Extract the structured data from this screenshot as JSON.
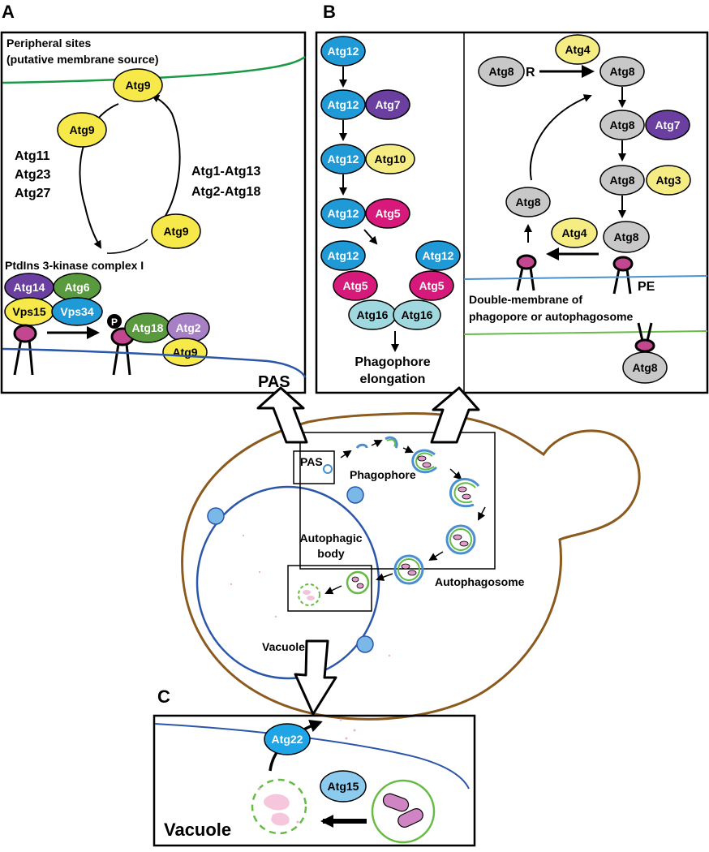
{
  "panels": {
    "A": {
      "letter": "A",
      "peripheral_sites_line1": "Peripheral sites",
      "peripheral_sites_line2": "(putative membrane source)",
      "left_factors": [
        "Atg11",
        "Atg23",
        "Atg27"
      ],
      "right_factors": [
        "Atg1-Atg13",
        "Atg2-Atg18"
      ],
      "kinase_complex": "PtdIns 3-kinase complex I",
      "pas_label": "PAS",
      "phosphate_label": "P",
      "nodes": {
        "atg9_top": "Atg9",
        "atg9_left": "Atg9",
        "atg9_right": "Atg9",
        "atg14": "Atg14",
        "atg6": "Atg6",
        "vps15": "Vps15",
        "vps34": "Vps34",
        "atg18": "Atg18",
        "atg2": "Atg2",
        "atg9_bottom": "Atg9"
      }
    },
    "B": {
      "letter": "B",
      "left_chain": [
        "Atg12",
        "Atg12",
        "Atg7",
        "Atg12",
        "Atg10",
        "Atg12",
        "Atg5",
        "Atg12",
        "Atg5",
        "Atg16",
        "Atg16",
        "Atg5",
        "Atg12"
      ],
      "phagophore_line1": "Phagophore",
      "phagophore_line2": "elongation",
      "atg8_r": "Atg8",
      "r_label": "R",
      "atg4_top": "Atg4",
      "atg8_1": "Atg8",
      "atg8_2": "Atg8",
      "atg7": "Atg7",
      "atg8_3": "Atg8",
      "atg3": "Atg3",
      "atg8_4": "Atg8",
      "atg8_left": "Atg8",
      "atg4_mid": "Atg4",
      "pe_label": "PE",
      "double_membrane_line1": "Double-membrane of",
      "double_membrane_line2": "phagopore or autophagosome",
      "atg8_bottom": "Atg8"
    },
    "C": {
      "letter": "C",
      "atg22": "Atg22",
      "atg15": "Atg15",
      "vacuole_label": "Vacuole"
    },
    "cell": {
      "pas_label": "PAS",
      "phagophore_label": "Phagophore",
      "autophagic_body_line1": "Autophagic",
      "autophagic_body_line2": "body",
      "autophagosome_label": "Autophagosome",
      "vacuole_label": "Vacuole"
    }
  },
  "colors": {
    "yellow": "#f7e94a",
    "purple": "#6a3fa0",
    "green": "#5a9a3e",
    "blue": "#1f9ad6",
    "magenta": "#d6197a",
    "cyan": "#9fd8de",
    "lilac": "#a67fc4",
    "pale_yellow": "#f5ec84",
    "gray": "#c8c8c8",
    "pink": "#cf85c3",
    "cell_wall": "#8b5a1e",
    "vacuole_membrane": "#2c56a8",
    "green_membrane": "#66bb44"
  }
}
